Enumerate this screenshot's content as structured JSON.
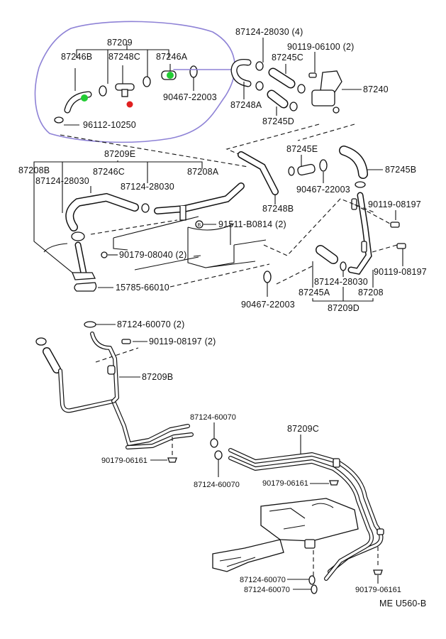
{
  "diagram_code": "ME U560-B",
  "colors": {
    "annotation_outline": "#8e82d6",
    "marker_green": "#22cc33",
    "marker_red": "#e02020"
  },
  "annotation": {
    "description": "hand-drawn purple outline around assembly 87209 group",
    "markers": [
      {
        "color": "green",
        "part": "87246B"
      },
      {
        "color": "red",
        "part": "87248C"
      },
      {
        "color": "green",
        "part": "87246A"
      }
    ]
  },
  "labels": {
    "group_87209": "87209",
    "p87246B": "87246B",
    "p87248C": "87248C",
    "p87246A": "87246A",
    "p90467_22003_a": "90467-22003",
    "p96112_10250": "96112-10250",
    "p87124_28030_4": "87124-28030 (4)",
    "p90119_06100_2": "90119-06100 (2)",
    "p87245C": "87245C",
    "p87240": "87240",
    "p87248A": "87248A",
    "p87245D": "87245D",
    "group_87209E": "87209E",
    "p87208B": "87208B",
    "p87246C": "87246C",
    "p87208A": "87208A",
    "p87124_28030_a": "87124-28030",
    "p87124_28030_b": "87124-28030",
    "p91511_B0814_2": "91511-B0814 (2)",
    "p90179_08040_2": "90179-08040 (2)",
    "p15785_66010": "15785-66010",
    "p87245E": "87245E",
    "p87245B": "87245B",
    "p90467_22003_b": "90467-22003",
    "p87248B": "87248B",
    "p90119_08197_a": "90119-08197",
    "p90119_08197_b": "90119-08197",
    "p87124_28030_c": "87124-28030",
    "p87245A": "87245A",
    "p87208": "87208",
    "group_87209D": "87209D",
    "p90467_22003_c": "90467-22003",
    "p87124_60070_2": "87124-60070 (2)",
    "p90119_08197_2": "90119-08197 (2)",
    "p87209B": "87209B",
    "p87124_60070_a": "87124-60070",
    "p87124_60070_b": "87124-60070",
    "p87209C": "87209C",
    "p90179_06161_a": "90179-06161",
    "p90179_06161_b": "90179-06161",
    "p87124_60070_c": "87124-60070",
    "p87124_60070_d": "87124-60070",
    "p90179_06161_c": "90179-06161"
  }
}
